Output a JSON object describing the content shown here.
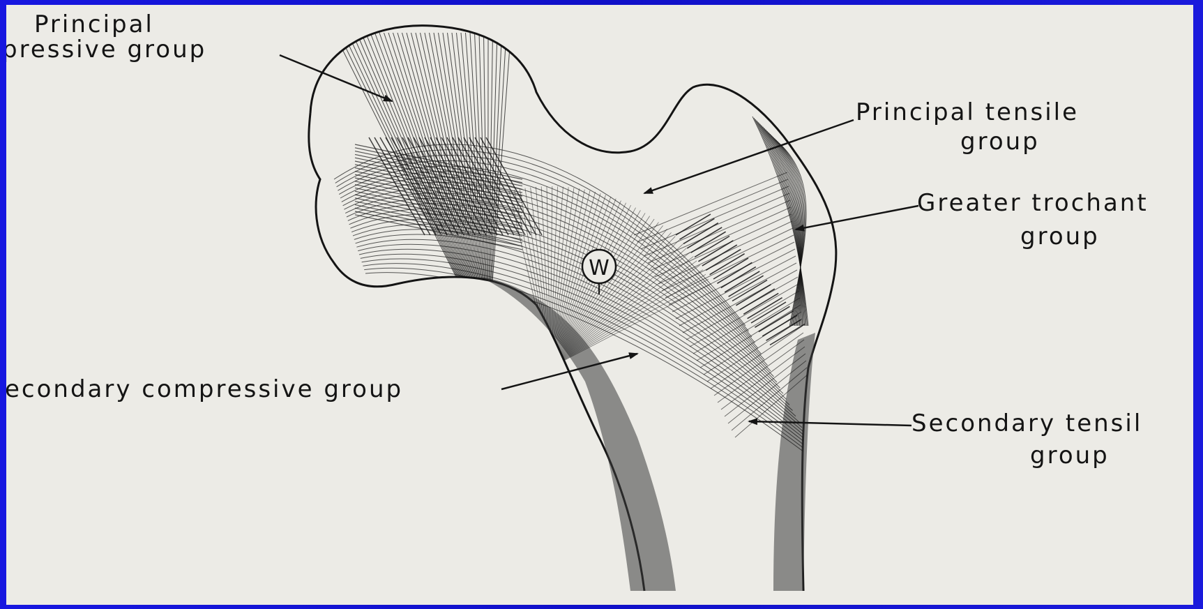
{
  "labels": {
    "principal_compressive": {
      "line1": "Principal",
      "line2": "pressive  group"
    },
    "principal_tensile": {
      "line1": "Principal  tensile",
      "line2": "group"
    },
    "greater_trochanter": {
      "line1": "Greater  trochant",
      "line2": "group"
    },
    "secondary_compressive": {
      "line1": "econdary  compressive  group"
    },
    "secondary_tensile": {
      "line1": "Secondary  tensil",
      "line2": "group"
    },
    "wards_triangle": "W"
  },
  "colors": {
    "slide_background": "#1a1ad8",
    "paper": "#ecebe6",
    "ink": "#141414"
  }
}
